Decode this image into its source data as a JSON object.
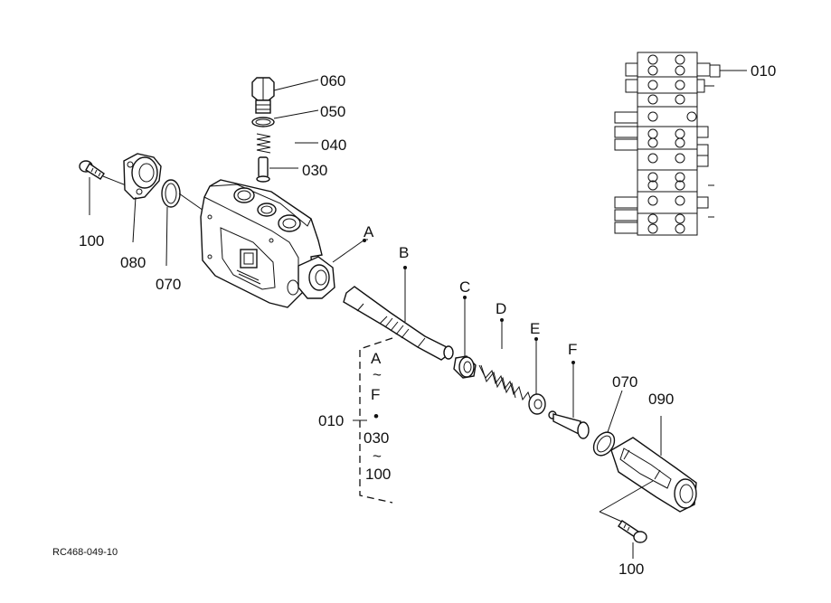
{
  "labels": {
    "p060": "060",
    "p050": "050",
    "p040": "040",
    "p030": "030",
    "p010_top": "010",
    "p100_left": "100",
    "p080": "080",
    "p070_left": "070",
    "pA": "A",
    "pB": "B",
    "pC": "C",
    "pD": "D",
    "pE": "E",
    "pF": "F",
    "p070_right": "070",
    "p090": "090",
    "p100_bottom": "100",
    "p010_group": "010",
    "group_A": "A",
    "group_tilde1": "~",
    "group_F": "F",
    "group_dot": "•",
    "group_030": "030",
    "group_tilde2": "~",
    "group_100": "100"
  },
  "drawing_code": "RC468-049-10"
}
